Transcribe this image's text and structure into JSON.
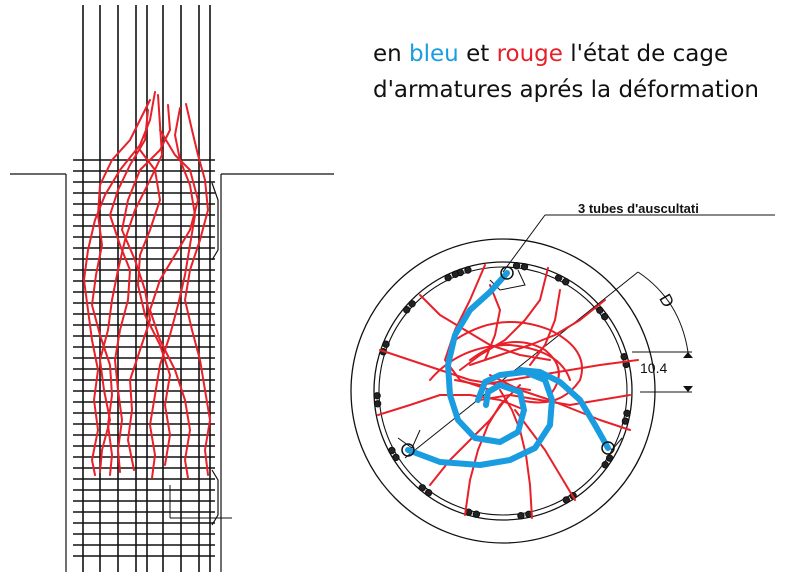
{
  "caption": {
    "line1_prefix": "en ",
    "word_blue": "bleu",
    "word_et": " et ",
    "word_red": "rouge",
    "line1_suffix": " l'état de cage",
    "line2": "d'armatures aprés la déformation"
  },
  "callout": {
    "tubes_label": "3 tubes d'auscultati"
  },
  "dimensions": {
    "diameter_label": "D",
    "cover_label": "10.4"
  },
  "colors": {
    "blue": "#1a9de0",
    "red": "#e8202a",
    "line": "#111111"
  }
}
